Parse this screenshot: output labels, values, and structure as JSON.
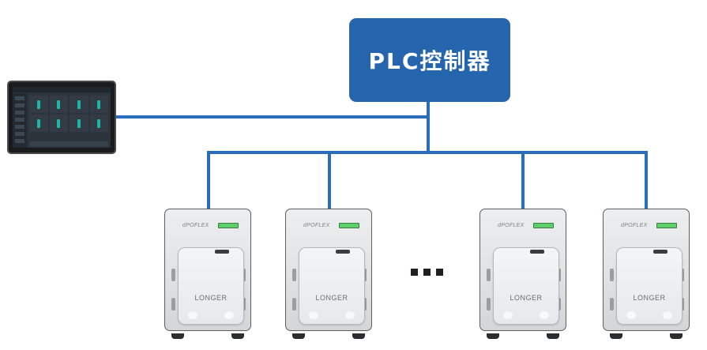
{
  "plc": {
    "label": "PLC控制器",
    "color": "#2565ad"
  },
  "connector_color": "#2a6ebb",
  "hmi_tablet": {
    "label": "touchscreen-hmi"
  },
  "pumps": [
    {
      "brand": "dPOFLEX",
      "logo": "LONGER"
    },
    {
      "brand": "dPOFLEX",
      "logo": "LONGER"
    },
    {
      "brand": "dPOFLEX",
      "logo": "LONGER"
    },
    {
      "brand": "dPOFLEX",
      "logo": "LONGER"
    }
  ],
  "ellipsis": "..."
}
